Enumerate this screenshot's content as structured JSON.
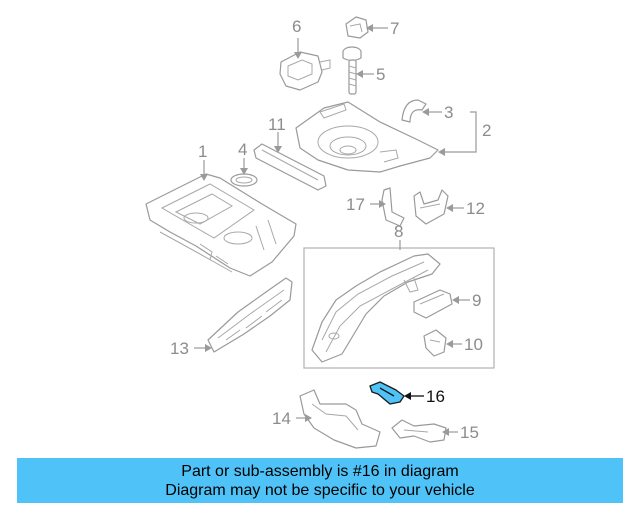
{
  "callouts": {
    "c1": "1",
    "c2": "2",
    "c3": "3",
    "c4": "4",
    "c5": "5",
    "c6": "6",
    "c7": "7",
    "c8": "8",
    "c9": "9",
    "c10": "10",
    "c11": "11",
    "c12": "12",
    "c13": "13",
    "c14": "14",
    "c15": "15",
    "c16": "16",
    "c17": "17"
  },
  "highlighted_part": "16",
  "colors": {
    "highlight": "#4fc3f7",
    "line_art": "#9a9a9a",
    "caption_bar": "#4fc3f7"
  },
  "caption": {
    "line1": "Part or sub-assembly is #16 in diagram",
    "line2": "Diagram may not be specific to your vehicle"
  }
}
